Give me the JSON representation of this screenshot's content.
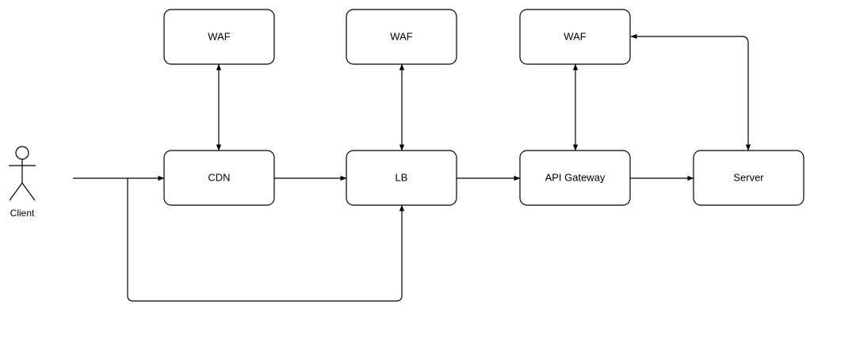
{
  "diagram": {
    "actor": {
      "label": "Client"
    },
    "nodes": {
      "waf_1": "WAF",
      "waf_2": "WAF",
      "waf_3": "WAF",
      "cdn": "CDN",
      "lb": "LB",
      "api_gateway": "API Gateway",
      "server": "Server"
    },
    "edges": [
      {
        "from": "client",
        "to": "cdn",
        "direction": "forward"
      },
      {
        "from": "client",
        "to": "lb",
        "direction": "forward"
      },
      {
        "from": "cdn",
        "to": "lb",
        "direction": "forward"
      },
      {
        "from": "lb",
        "to": "api_gateway",
        "direction": "forward"
      },
      {
        "from": "api_gateway",
        "to": "server",
        "direction": "forward"
      },
      {
        "from": "cdn",
        "to": "waf_1",
        "direction": "both"
      },
      {
        "from": "lb",
        "to": "waf_2",
        "direction": "both"
      },
      {
        "from": "api_gateway",
        "to": "waf_3",
        "direction": "both"
      },
      {
        "from": "server",
        "to": "waf_3",
        "direction": "both"
      }
    ]
  }
}
